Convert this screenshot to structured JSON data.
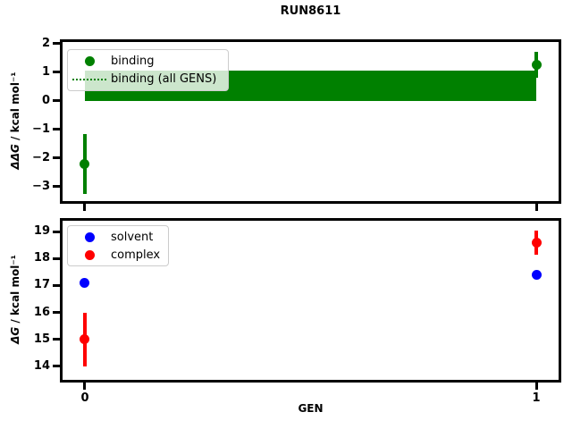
{
  "title": "RUN8611",
  "xlabel": "GEN",
  "colors": {
    "binding": "#008000",
    "solvent": "#0000ff",
    "complex": "#ff0000",
    "axis": "#000000",
    "legend_border": "#cccccc"
  },
  "top_plot": {
    "ylabel_math": "ΔΔG",
    "ylabel_units": " / kcal mol⁻¹",
    "legend": {
      "item1": "binding",
      "item2": "binding (all GENS)"
    }
  },
  "bottom_plot": {
    "ylabel_math": "ΔG",
    "ylabel_units": " / kcal mol⁻¹",
    "legend": {
      "item1": "solvent",
      "item2": "complex"
    }
  },
  "chart_data": [
    {
      "type": "scatter",
      "name": "binding-free-energy",
      "title": "RUN8611",
      "ylabel": "ΔΔG / kcal mol⁻¹",
      "x": [
        0,
        1
      ],
      "series": [
        {
          "name": "binding",
          "color": "#008000",
          "values": [
            -2.2,
            1.25
          ],
          "yerr": [
            1.05,
            0.45
          ]
        }
      ],
      "band": {
        "name": "binding (all GENS)",
        "color": "#008000",
        "x": [
          0,
          1
        ],
        "lo": 0.0,
        "hi": 1.05,
        "center": 0.55,
        "style": "dotted-center-line"
      },
      "ylim": [
        -3.5,
        2.05
      ],
      "yticks": [
        2,
        1,
        0,
        -1,
        -2,
        -3
      ],
      "ytick_labels": [
        "2",
        "1",
        "0",
        "−1",
        "−2",
        "−3"
      ],
      "xticks": [
        0,
        1
      ],
      "xtick_labels": null,
      "legend_entries": [
        "binding",
        "binding (all GENS)"
      ],
      "legend_position": "upper left",
      "grid": false
    },
    {
      "type": "scatter",
      "name": "absolute-free-energy",
      "xlabel": "GEN",
      "ylabel": "ΔG / kcal mol⁻¹",
      "x": [
        0,
        1
      ],
      "series": [
        {
          "name": "solvent",
          "color": "#0000ff",
          "values": [
            17.1,
            17.4
          ],
          "yerr": [
            0.08,
            0.08
          ]
        },
        {
          "name": "complex",
          "color": "#ff0000",
          "values": [
            15.0,
            18.6
          ],
          "yerr": [
            1.0,
            0.45
          ]
        }
      ],
      "ylim": [
        13.5,
        19.4
      ],
      "yticks": [
        19,
        18,
        17,
        16,
        15,
        14
      ],
      "ytick_labels": [
        "19",
        "18",
        "17",
        "16",
        "15",
        "14"
      ],
      "xticks": [
        0,
        1
      ],
      "xtick_labels": [
        "0",
        "1"
      ],
      "legend_entries": [
        "solvent",
        "complex"
      ],
      "legend_position": "upper left",
      "grid": false
    }
  ]
}
